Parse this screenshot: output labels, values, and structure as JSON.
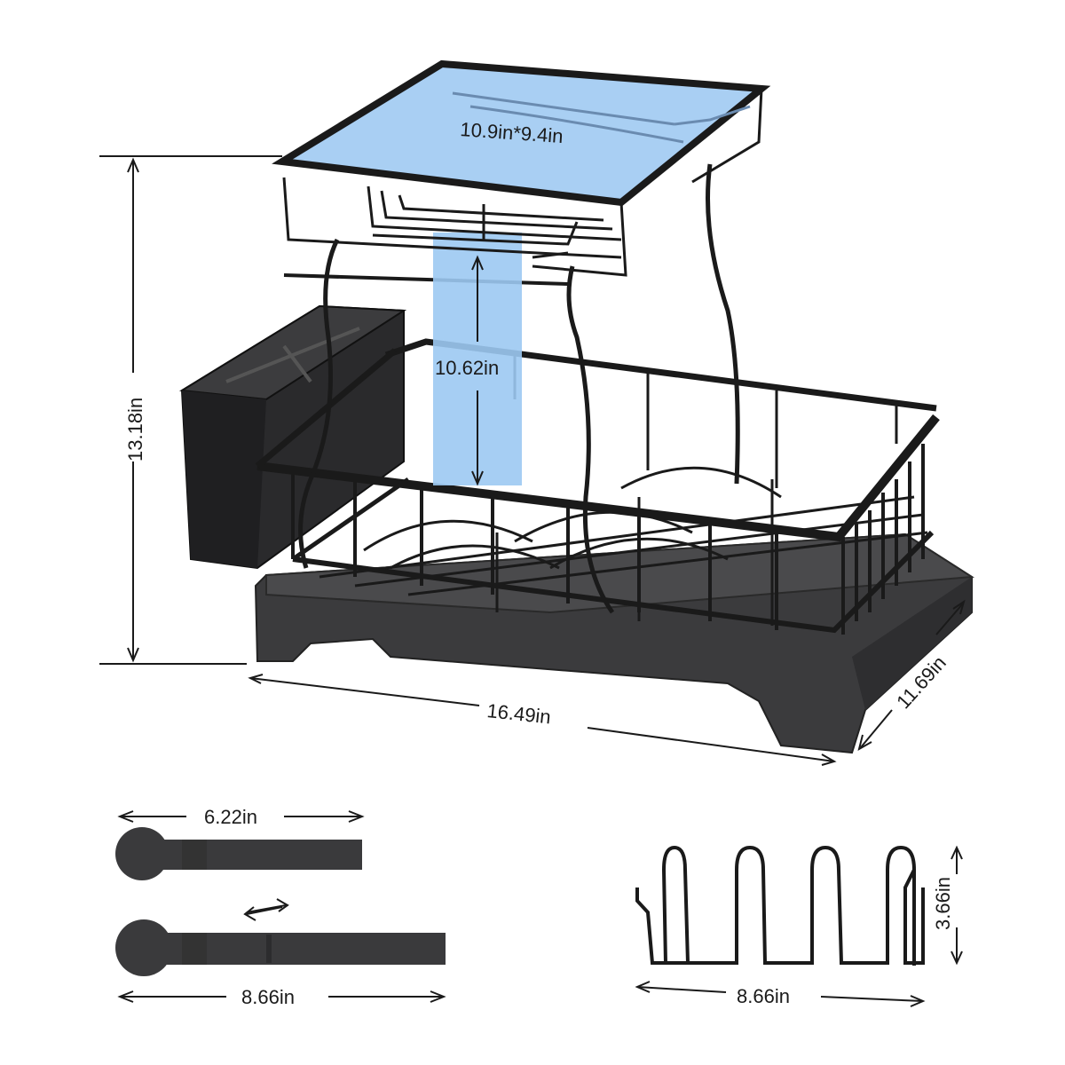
{
  "dimensions": {
    "top_shelf": "10.9in*9.4in",
    "gap_height": "10.62in",
    "total_height": "13.18in",
    "width": "16.49in",
    "depth": "11.69in",
    "spout_short": "6.22in",
    "spout_long": "8.66in",
    "pot_lid_rack_width": "8.66in",
    "pot_lid_rack_height": "3.66in"
  },
  "colors": {
    "metal": "#1c1c1c",
    "tray": "#3a3a3c",
    "highlight": "#9cc9f2"
  }
}
